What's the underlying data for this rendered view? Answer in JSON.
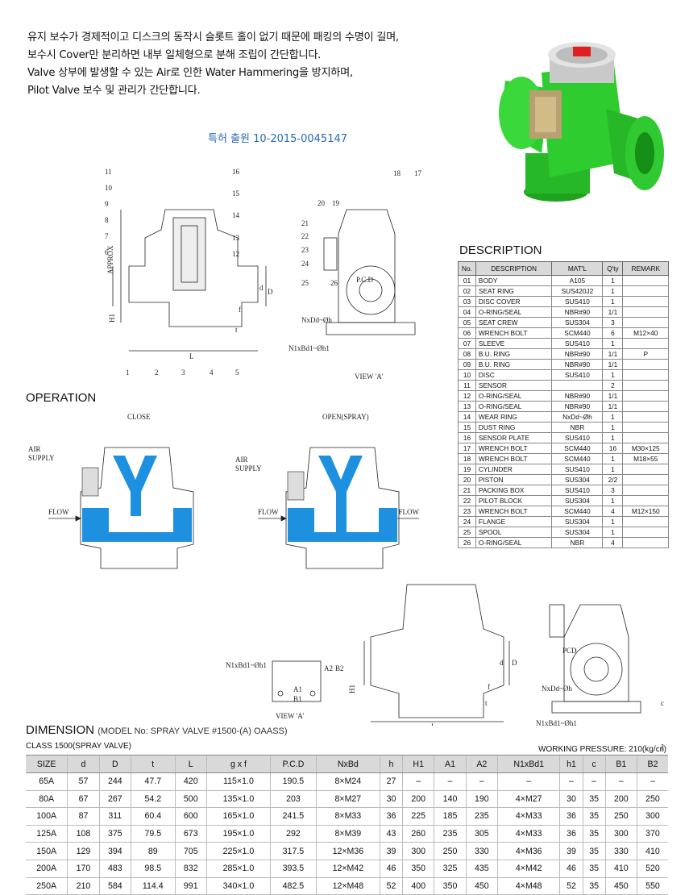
{
  "intro": [
    "유지 보수가 경제적이고 디스크의 동작시 슬롯트 홀이 없기 때문에 패킹의 수명이 길며,",
    "보수시 Cover만 분리하면 내부 일체형으로 분해 조립이 간단합니다.",
    "Valve 상부에 발생할 수 있는 Air로 인한 Water Hammering을 방지하며,",
    "Pilot Valve 보수 및 관리가 간단합니다."
  ],
  "patent": "특허 출원 10-2015-0045147",
  "colors": {
    "valve_green": "#2ecc2e",
    "water_blue": "#1e90e0",
    "patent_blue": "#2a68b8",
    "header_gray": "#d9d9d9"
  },
  "drawing1": {
    "callouts_top": [
      "11",
      "10",
      "9",
      "8",
      "7",
      "6",
      "16",
      "15",
      "14",
      "13",
      "12"
    ],
    "callouts_bottom": [
      "1",
      "2",
      "3",
      "4",
      "5"
    ],
    "dims": {
      "approx": "APPROX",
      "h1": "H1",
      "l": "L",
      "d_small": "d",
      "d_big": "D",
      "f": "f",
      "t": "t"
    },
    "side_callouts": [
      "20",
      "19",
      "18",
      "17",
      "21",
      "22",
      "23",
      "24",
      "25",
      "26"
    ],
    "labels": {
      "pcd": "P.C.D",
      "nxdd": "NxDd~Øh",
      "n1": "N1xBd1~Øh1",
      "view": "VIEW 'A'"
    }
  },
  "operation": {
    "title": "OPERATION",
    "close": "CLOSE",
    "open": "OPEN(SPRAY)",
    "air_supply": "AIR\nSUPPLY",
    "air": "AIR",
    "supply": "SUPPLY",
    "flow": "FLOW"
  },
  "description": {
    "title": "DESCRIPTION",
    "headers": [
      "No.",
      "DESCRIPTION",
      "MAT'L",
      "Q'ty",
      "REMARK"
    ],
    "rows": [
      [
        "01",
        "BODY",
        "A105",
        "1",
        ""
      ],
      [
        "02",
        "SEAT RING",
        "SUS420J2",
        "1",
        ""
      ],
      [
        "03",
        "DISC COVER",
        "SUS410",
        "1",
        ""
      ],
      [
        "04",
        "O-RING/SEAL",
        "NBR#90",
        "1/1",
        ""
      ],
      [
        "05",
        "SEAT CREW",
        "SUS304",
        "3",
        ""
      ],
      [
        "06",
        "WRENCH BOLT",
        "SCM440",
        "6",
        "M12×40"
      ],
      [
        "07",
        "SLEEVE",
        "SUS410",
        "1",
        ""
      ],
      [
        "08",
        "B.U. RING",
        "NBR#90",
        "1/1",
        "P"
      ],
      [
        "09",
        "B.U. RING",
        "NBR#90",
        "1/1",
        ""
      ],
      [
        "10",
        "DISC",
        "SUS410",
        "1",
        ""
      ],
      [
        "11",
        "SENSOR",
        "",
        "2",
        ""
      ],
      [
        "12",
        "O-RING/SEAL",
        "NBR#90",
        "1/1",
        ""
      ],
      [
        "13",
        "O-RING/SEAL",
        "NBR#90",
        "1/1",
        ""
      ],
      [
        "14",
        "WEAR RING",
        "NxDd~Øh",
        "1",
        ""
      ],
      [
        "15",
        "DUST RING",
        "NBR",
        "1",
        ""
      ],
      [
        "16",
        "SENSOR PLATE",
        "SUS410",
        "1",
        ""
      ],
      [
        "17",
        "WRENCH BOLT",
        "SCM440",
        "16",
        "M30×125"
      ],
      [
        "18",
        "WRENCH BOLT",
        "SCM440",
        "1",
        "M18×55"
      ],
      [
        "19",
        "CYLINDER",
        "SUS410",
        "1",
        ""
      ],
      [
        "20",
        "PISTON",
        "SUS304",
        "2/2",
        ""
      ],
      [
        "21",
        "PACKING BOX",
        "SUS410",
        "3",
        ""
      ],
      [
        "22",
        "PILOT BLOCK",
        "SUS304",
        "1",
        ""
      ],
      [
        "23",
        "WRENCH BOLT",
        "SCM440",
        "4",
        "M12×150"
      ],
      [
        "24",
        "FLANGE",
        "SUS304",
        "1",
        ""
      ],
      [
        "25",
        "SPOOL",
        "SUS304",
        "1",
        ""
      ],
      [
        "26",
        "O-RING/SEAL",
        "NBR",
        "4",
        ""
      ]
    ]
  },
  "drawing2": {
    "n1": "N1xBd1~Øh1",
    "a1": "A1",
    "b1": "B1",
    "a2": "A2",
    "b2": "B2",
    "h1": "H1",
    "l": "L",
    "d": "d",
    "D": "D",
    "f": "f",
    "t": "t",
    "pcd": "PCD",
    "nxdd": "NxDd~Øh",
    "c": "c",
    "view": "VIEW 'A'"
  },
  "dimension": {
    "title": "DIMENSION",
    "model": "(MODEL No: SPRAY VALVE #1500-(A) OAASS)",
    "class": "CLASS 1500(SPRAY VALVE)",
    "pressure": "WORKING PRESSURE: 210(kg/㎠)",
    "headers": [
      "SIZE",
      "d",
      "D",
      "t",
      "L",
      "g x f",
      "P.C.D",
      "NxBd",
      "h",
      "H1",
      "A1",
      "A2",
      "N1xBd1",
      "h1",
      "c",
      "B1",
      "B2"
    ],
    "rows": [
      [
        "65A",
        "57",
        "244",
        "47.7",
        "420",
        "115×1.0",
        "190.5",
        "8×M24",
        "27",
        "–",
        "–",
        "–",
        "–",
        "–",
        "–",
        "–",
        "–"
      ],
      [
        "80A",
        "67",
        "267",
        "54.2",
        "500",
        "135×1.0",
        "203",
        "8×M27",
        "30",
        "200",
        "140",
        "190",
        "4×M27",
        "30",
        "35",
        "200",
        "250"
      ],
      [
        "100A",
        "87",
        "311",
        "60.4",
        "600",
        "165×1.0",
        "241.5",
        "8×M33",
        "36",
        "225",
        "185",
        "235",
        "4×M33",
        "36",
        "35",
        "250",
        "300"
      ],
      [
        "125A",
        "108",
        "375",
        "79.5",
        "673",
        "195×1.0",
        "292",
        "8×M39",
        "43",
        "260",
        "235",
        "305",
        "4×M33",
        "36",
        "35",
        "300",
        "370"
      ],
      [
        "150A",
        "129",
        "394",
        "89",
        "705",
        "225×1.0",
        "317.5",
        "12×M36",
        "39",
        "300",
        "250",
        "330",
        "4×M36",
        "39",
        "35",
        "330",
        "410"
      ],
      [
        "200A",
        "170",
        "483",
        "98.5",
        "832",
        "285×1.0",
        "393.5",
        "12×M42",
        "46",
        "350",
        "325",
        "435",
        "4×M42",
        "46",
        "35",
        "410",
        "520"
      ],
      [
        "250A",
        "210",
        "584",
        "114.4",
        "991",
        "340×1.0",
        "482.5",
        "12×M48",
        "52",
        "400",
        "350",
        "450",
        "4×M48",
        "52",
        "35",
        "450",
        "550"
      ]
    ]
  }
}
